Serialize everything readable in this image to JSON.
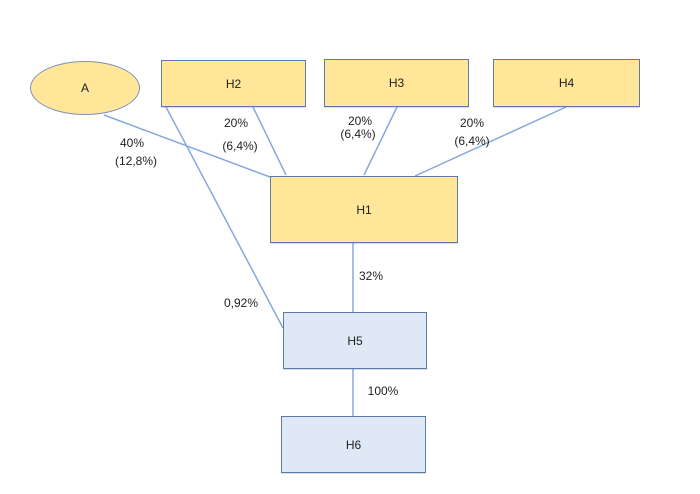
{
  "diagram": {
    "title": "ownership-structure-diagram",
    "nodes": [
      {
        "id": "a",
        "label": "A",
        "shape": "ellipse",
        "fill": "yellow"
      },
      {
        "id": "h2",
        "label": "H2",
        "shape": "rect",
        "fill": "yellow"
      },
      {
        "id": "h3",
        "label": "H3",
        "shape": "rect",
        "fill": "yellow"
      },
      {
        "id": "h4",
        "label": "H4",
        "shape": "rect",
        "fill": "yellow"
      },
      {
        "id": "h1",
        "label": "H1",
        "shape": "rect",
        "fill": "yellow"
      },
      {
        "id": "h5",
        "label": "H5",
        "shape": "rect",
        "fill": "blue"
      },
      {
        "id": "h6",
        "label": "H6",
        "shape": "rect",
        "fill": "blue"
      }
    ],
    "edges": [
      {
        "from": "A",
        "to": "H1",
        "pct": "40%",
        "indirect": "(12,8%)"
      },
      {
        "from": "H2",
        "to": "H1",
        "pct": "20%",
        "indirect": "(6,4%)"
      },
      {
        "from": "H3",
        "to": "H1",
        "pct": "20%",
        "indirect": "(6,4%)"
      },
      {
        "from": "H4",
        "to": "H1",
        "pct": "20%",
        "indirect": "(6,4%)"
      },
      {
        "from": "H2",
        "to": "H5",
        "pct": "0,92%"
      },
      {
        "from": "H1",
        "to": "H5",
        "pct": "32%"
      },
      {
        "from": "H5",
        "to": "H6",
        "pct": "100%"
      }
    ],
    "colors": {
      "yellow_fill": "#ffe699",
      "blue_fill": "#dee9f5",
      "node_border": "#5a7ca6",
      "ellipse_border": "#7d92b4",
      "connector": "#85a9dc",
      "text_color": "#1f1f1f"
    }
  }
}
